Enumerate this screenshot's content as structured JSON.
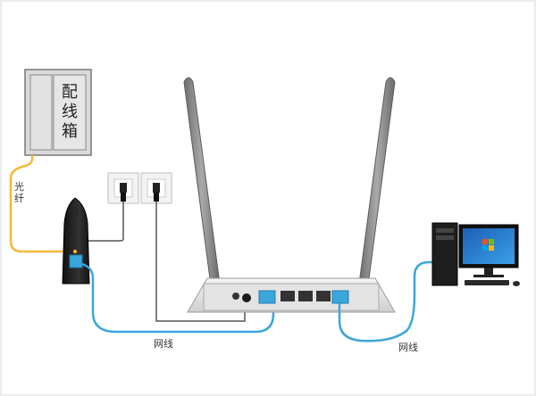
{
  "distribution_box": {
    "label_chars": [
      "配",
      "线",
      "箱"
    ]
  },
  "fiber": {
    "label_chars": [
      "光",
      "纤"
    ]
  },
  "cables": {
    "left_label": "网线",
    "right_label": "网线"
  },
  "colors": {
    "fiber": "#f4b93a",
    "ethernet": "#3aa6dc",
    "power": "#555555",
    "antenna": "#8c8c8c",
    "router_body": "#e9e9e9",
    "box_fill": "#dcdcdc",
    "screen": "#1e6fc7"
  }
}
